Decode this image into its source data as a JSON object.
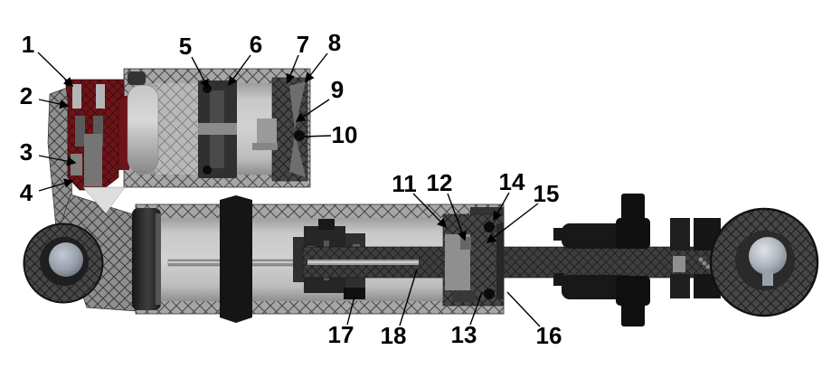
{
  "figure": {
    "type": "technical-cross-section-diagram",
    "callouts": [
      {
        "label": "1"
      },
      {
        "label": "2"
      },
      {
        "label": "3"
      },
      {
        "label": "4"
      },
      {
        "label": "5"
      },
      {
        "label": "6"
      },
      {
        "label": "7"
      },
      {
        "label": "8"
      },
      {
        "label": "9"
      },
      {
        "label": "10"
      },
      {
        "label": "11"
      },
      {
        "label": "12"
      },
      {
        "label": "13"
      },
      {
        "label": "14"
      },
      {
        "label": "15"
      },
      {
        "label": "16"
      },
      {
        "label": "17"
      },
      {
        "label": "18"
      }
    ],
    "palette": {
      "background": "#ffffff",
      "body_hatch_gray": "#a6a6a6",
      "casting_hatch_gray": "#8f8f8f",
      "interior_gray": "#c9c9c9",
      "dark_metal_hatch": "#474747",
      "black_part": "#141414",
      "adjuster_red": "#6d1419",
      "bushing_gray": "#9aa3af",
      "callout_color": "#000000"
    }
  }
}
